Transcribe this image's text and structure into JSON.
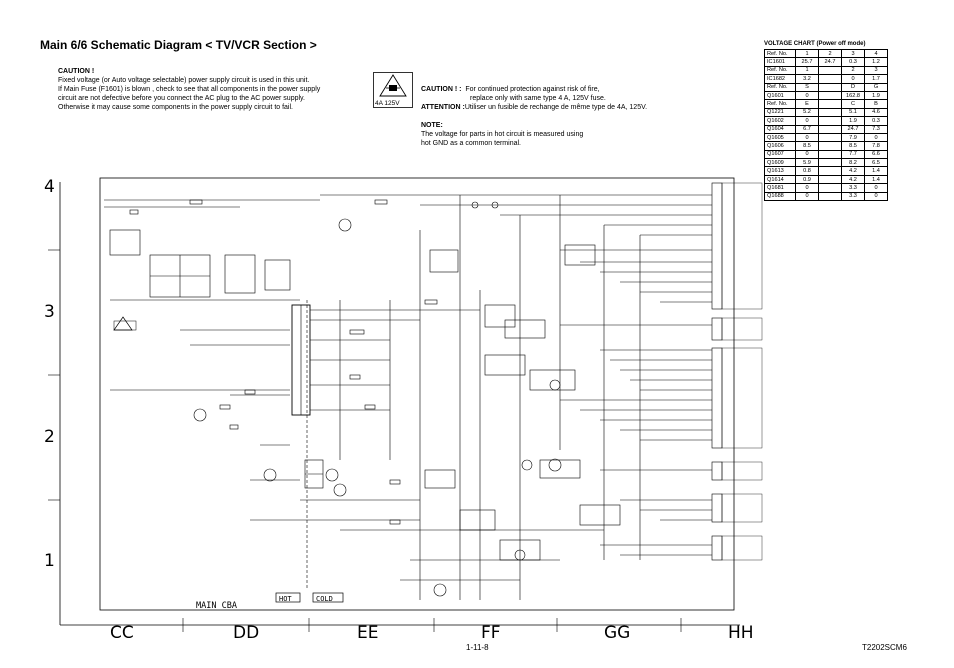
{
  "title": "Main 6/6 Schematic Diagram  < TV/VCR Section >",
  "caution_main": {
    "heading": "CAUTION !",
    "lines": [
      "Fixed voltage (or Auto voltage selectable) power supply circuit is used in this unit.",
      "If Main Fuse (F1601) is blown , check to see that all components in the power supply",
      "circuit are not defective before you connect the AC plug to the AC power supply.",
      "Otherwise it may cause some components in the power supply circuit to fail."
    ]
  },
  "fuse_symbol_label": "4A 125V",
  "caution_fuse": {
    "caution_label": "CAUTION ! :",
    "caution_line1": "For continued protection against risk of fire,",
    "caution_line2": "replace only with same type  4 A, 125V fuse.",
    "attention_label": "ATTENTION :",
    "attention_text": "Utiliser un fusible de rechange de même type de  4A, 125V."
  },
  "note": {
    "heading": "NOTE:",
    "line1": "The voltage for parts in hot circuit is measured using",
    "line2": "hot GND as a common terminal."
  },
  "voltage_chart": {
    "title": "VOLTAGE CHART (Power off mode)",
    "rows": [
      [
        "Ref. No.",
        "1",
        "2",
        "3",
        "4"
      ],
      [
        "IC1601",
        "25.7",
        "24.7",
        "0.3",
        "1.2"
      ],
      [
        "Ref. No.",
        "1",
        "",
        "2",
        "3"
      ],
      [
        "IC1682",
        "3.2",
        "",
        "0",
        "1.7"
      ],
      [
        "Ref. No.",
        "S",
        "",
        "D",
        "G"
      ],
      [
        "Q1601",
        "0",
        "",
        "162.8",
        "1.9"
      ],
      [
        "Ref. No.",
        "E",
        "",
        "C",
        "B"
      ],
      [
        "Q1221",
        "5.2",
        "",
        "5.1",
        "4.6"
      ],
      [
        "Q1602",
        "0",
        "",
        "1.9",
        "0.3"
      ],
      [
        "Q1604",
        "6.7",
        "",
        "24.7",
        "7.3"
      ],
      [
        "Q1605",
        "0",
        "",
        "7.9",
        "0"
      ],
      [
        "Q1606",
        "8.5",
        "",
        "8.5",
        "7.8"
      ],
      [
        "Q1607",
        "0",
        "",
        "7.7",
        "6.6"
      ],
      [
        "Q1609",
        "5.9",
        "",
        "8.2",
        "6.5"
      ],
      [
        "Q1613",
        "0.8",
        "",
        "4.2",
        "1.4"
      ],
      [
        "Q1614",
        "0.9",
        "",
        "4.2",
        "1.4"
      ],
      [
        "Q1681",
        "0",
        "",
        "3.3",
        "0"
      ],
      [
        "Q1688",
        "0",
        "",
        "3.3",
        "0"
      ]
    ]
  },
  "row_labels": [
    "4",
    "3",
    "2",
    "1"
  ],
  "column_labels": [
    "CC",
    "DD",
    "EE",
    "FF",
    "GG",
    "HH"
  ],
  "board_label": "MAIN CBA",
  "hot_label": "HOT",
  "cold_label": "COLD",
  "page_number": "1-11-8",
  "doc_code": "T2202SCM6"
}
